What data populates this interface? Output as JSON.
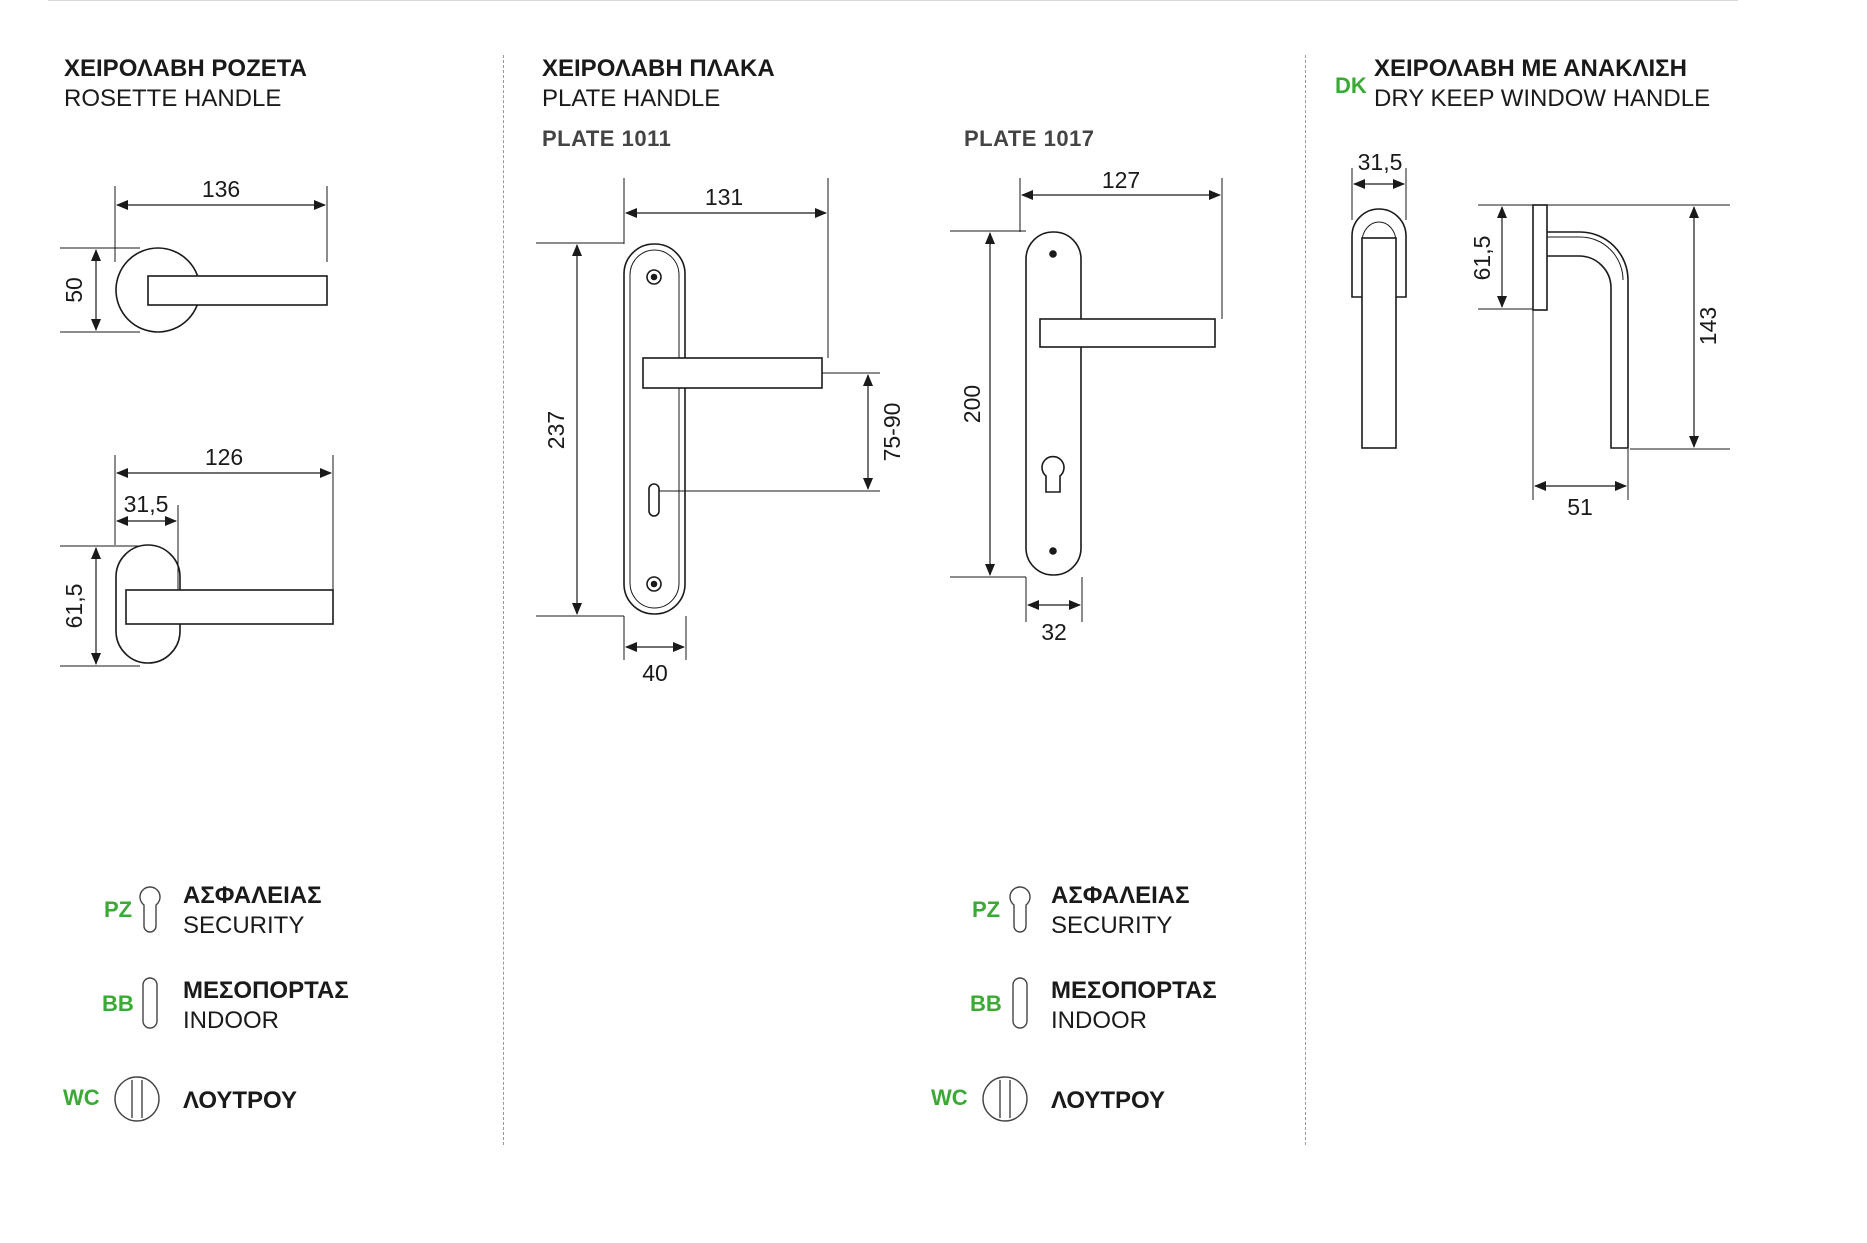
{
  "sections": {
    "rosette": {
      "title_gr": "ΧΕΙΡΟΛΑΒΗ ΡΟΖΕΤΑ",
      "title_en": "ROSETTE HANDLE"
    },
    "plate": {
      "title_gr": "ΧΕΙΡΟΛΑΒΗ ΠΛΑΚΑ",
      "title_en": "PLATE HANDLE",
      "model_a": "PLATE 1011",
      "model_b": "PLATE 1017"
    },
    "dk": {
      "code": "DK",
      "title_gr": "ΧΕΙΡΟΛΑΒΗ ΜΕ ΑΝΑΚΛΙΣΗ",
      "title_en": "DRY KEEP WINDOW HANDLE"
    }
  },
  "dimensions": {
    "rosette_round_width": "136",
    "rosette_round_height": "50",
    "rosette_oval_width": "126",
    "rosette_oval_rose": "31,5",
    "rosette_oval_height": "61,5",
    "plate1011_width": "131",
    "plate1011_height": "237",
    "plate1011_center": "75-90",
    "plate1011_plate_width": "40",
    "plate1017_width": "127",
    "plate1017_height": "200",
    "plate1017_plate_width": "32",
    "dk_rose_width": "31,5",
    "dk_base_height": "61,5",
    "dk_total_height": "143",
    "dk_projection": "51"
  },
  "legend": {
    "pz": {
      "code": "PZ",
      "label_gr": "ΑΣΦΑΛΕΙΑΣ",
      "label_en": "SECURITY"
    },
    "bb": {
      "code": "BB",
      "label_gr": "ΜΕΣΟΠΟΡΤΑΣ",
      "label_en": "INDOOR"
    },
    "wc": {
      "code": "WC",
      "label_gr": "ΛΟΥΤΡΟΥ"
    }
  },
  "icons": [
    "profile-cylinder-keyhole-icon",
    "slot-keyhole-icon",
    "wc-turn-icon"
  ],
  "colors": {
    "accent": "#3aaa35",
    "line": "#1a1a1a"
  }
}
